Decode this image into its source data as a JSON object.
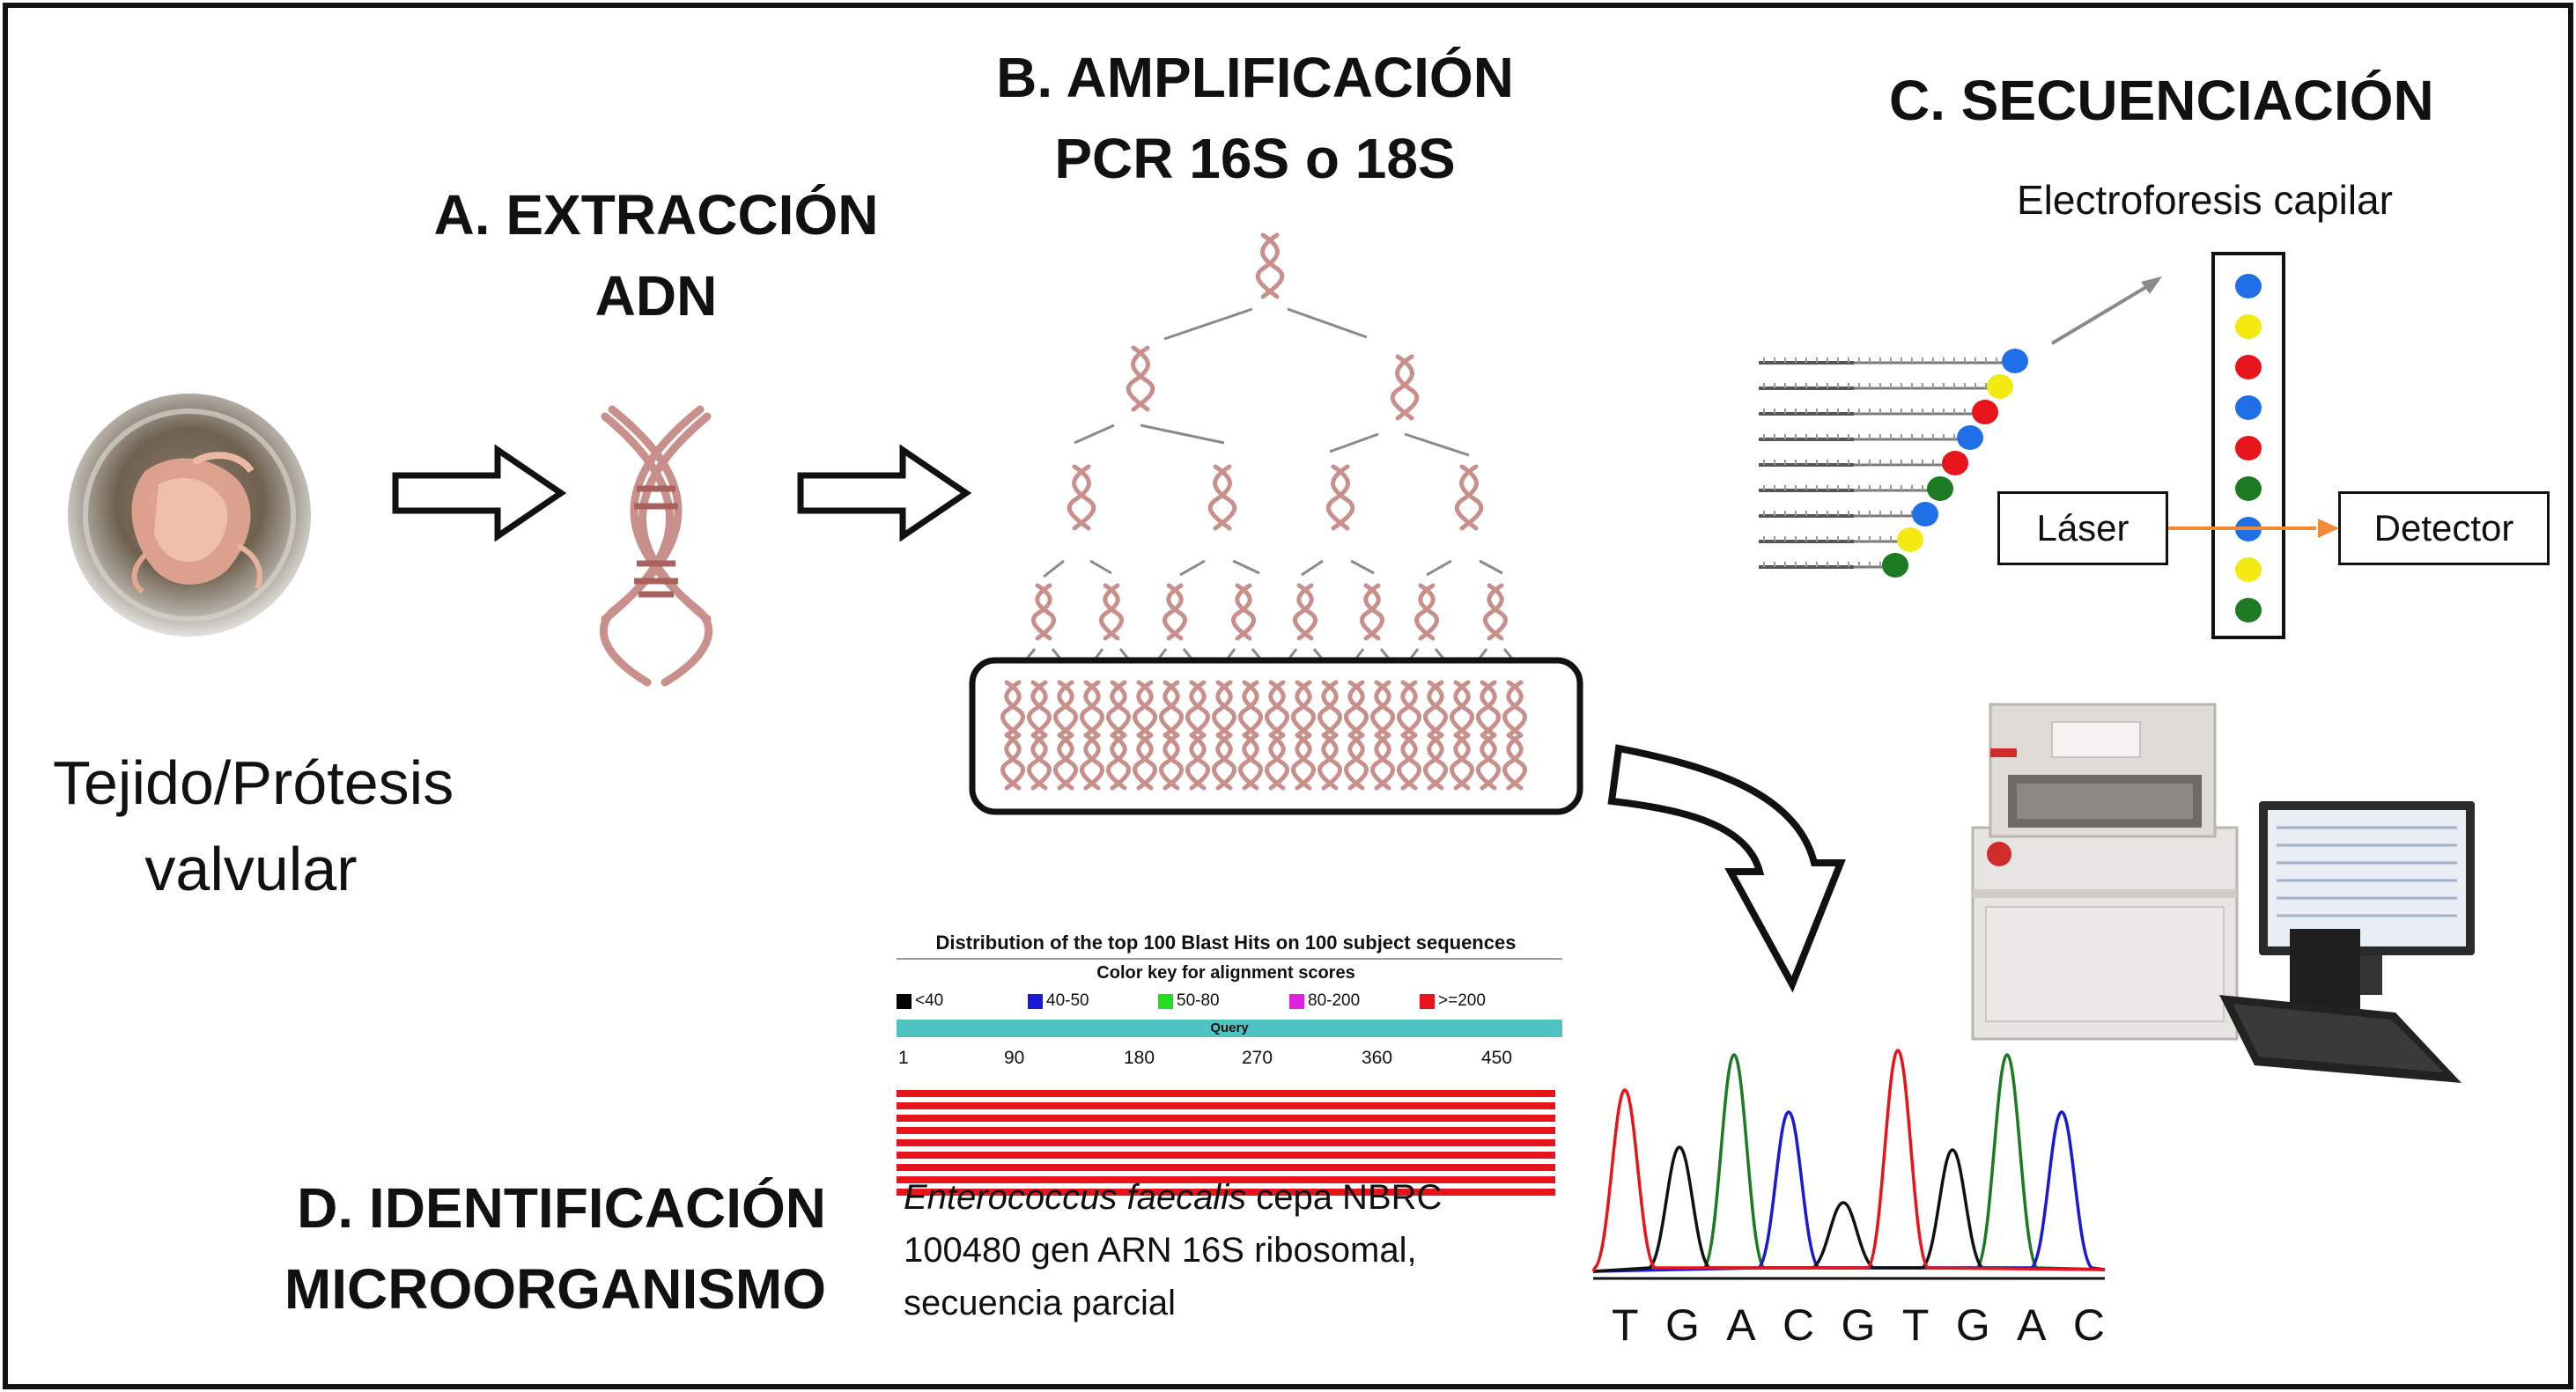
{
  "step_a": {
    "title_line1": "A. EXTRACCIÓN",
    "title_line2": "ADN"
  },
  "step_b": {
    "title_line1": "B. AMPLIFICACIÓN",
    "title_line2": "PCR 16S o 18S"
  },
  "step_c": {
    "title": "C. SECUENCIACIÓN",
    "capillary_label": "Electroforesis capilar",
    "laser_label": "Láser",
    "detector_label": "Detector",
    "fragment_dot_colors": [
      "#1f6fe8",
      "#f2ea10",
      "#e8141b",
      "#1f6fe8",
      "#e8141b",
      "#1c7a23",
      "#1f6fe8",
      "#f2ea10",
      "#1c7a23"
    ],
    "capillary_dot_colors": [
      "#1f6fe8",
      "#f2ea10",
      "#e8141b",
      "#1f6fe8",
      "#e8141b",
      "#1c7a23",
      "#1f6fe8",
      "#f2ea10",
      "#1c7a23"
    ]
  },
  "step_d": {
    "title_line1": "D. IDENTIFICACIÓN",
    "title_line2": "MICROORGANISMO",
    "species_italic": "Enterococcus faecalis",
    "species_line1_rest": " cepa NBRC",
    "species_line2": "100480 gen ARN 16S ribosomal,",
    "species_line3": "secuencia parcial"
  },
  "sample": {
    "label_line1": "Tejido/Prótesis",
    "label_line2": "valvular"
  },
  "blast": {
    "title": "Distribution of the top 100 Blast Hits on 100 subject sequences",
    "color_key_title": "Color key for alignment scores",
    "color_key": [
      {
        "label": "<40",
        "color": "#000000"
      },
      {
        "label": "40-50",
        "color": "#1a1ad6"
      },
      {
        "label": "50-80",
        "color": "#22dd22"
      },
      {
        "label": "80-200",
        "color": "#e020e0"
      },
      {
        "label": ">=200",
        "color": "#e8141b"
      }
    ],
    "query_label": "Query",
    "ticks": [
      "1",
      "90",
      "180",
      "270",
      "360",
      "450"
    ],
    "hit_count": 9
  },
  "chromatogram": {
    "bases": [
      "T",
      "G",
      "A",
      "C",
      "G",
      "T",
      "G",
      "A",
      "C"
    ],
    "trace_colors": {
      "A": "#1c7a23",
      "C": "#1a1ad6",
      "G": "#111111",
      "T": "#e8141b"
    }
  },
  "dna_color": "#c98f8b"
}
